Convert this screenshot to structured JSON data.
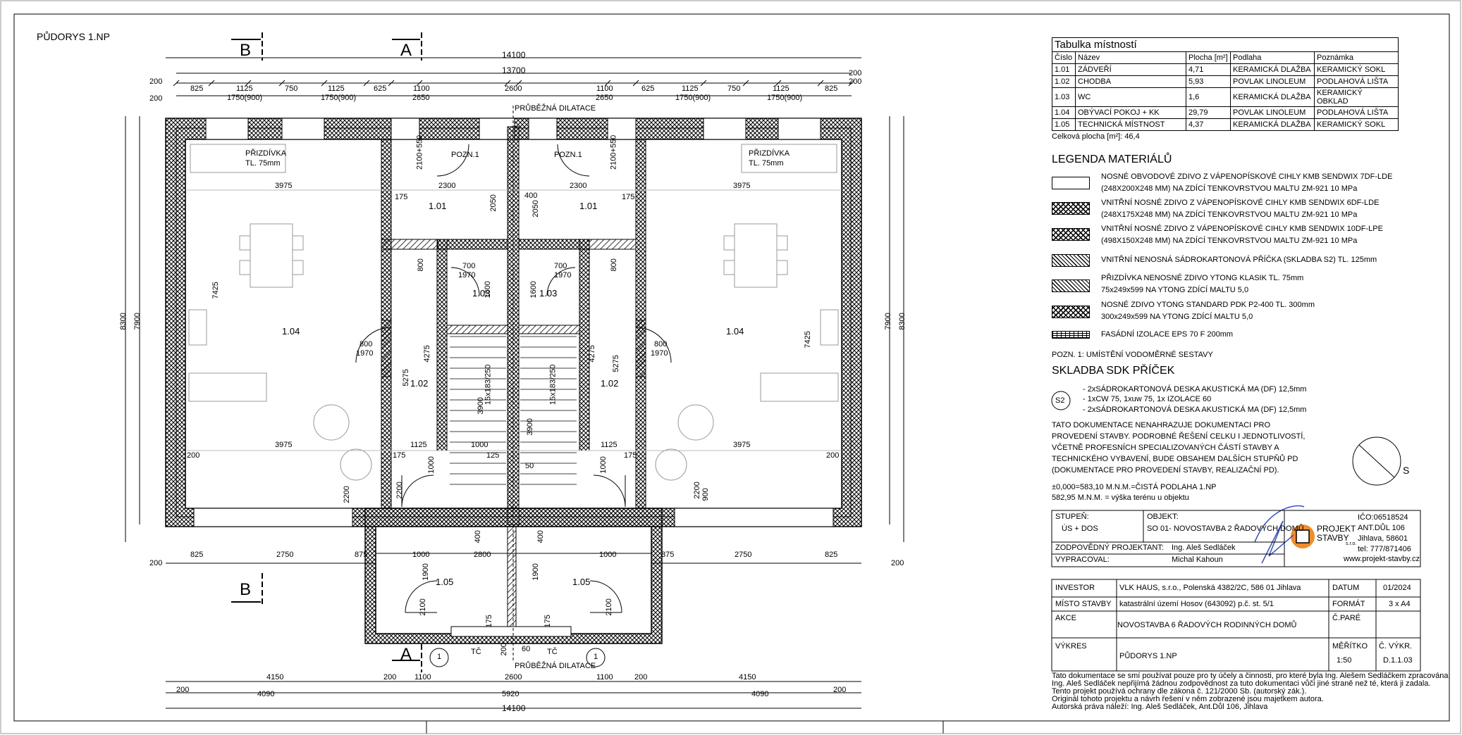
{
  "plan": {
    "title": "PŮDORYS 1.NP",
    "section_b": "B",
    "section_a": "A",
    "dims_top": [
      "14100",
      "13700",
      "200",
      "200",
      "825",
      "1125",
      "750",
      "1125",
      "625",
      "1100",
      "2600",
      "1100",
      "625",
      "1125",
      "750",
      "1125",
      "825",
      "1750(900)",
      "2650",
      "200",
      "200"
    ],
    "dim_14100": "14100",
    "dim_13700": "13700",
    "dim_200": "200",
    "dim_825": "825",
    "dim_1125": "1125",
    "dim_750": "750",
    "dim_625": "625",
    "dim_1100": "1100",
    "dim_2600": "2600",
    "dim_1750": "1750(900)",
    "dim_2650": "2650",
    "dim_2750": "2750",
    "dim_875": "875",
    "dim_1000": "1000",
    "dim_2800": "2800",
    "dim_4150": "4150",
    "dim_4090": "4090",
    "dim_5920": "5920",
    "dim_3975": "3975",
    "dim_2300": "2300",
    "dim_8300": "8300",
    "dim_7900": "7900",
    "dim_7425": "7425",
    "dim_5275": "5275",
    "dim_4275": "4275",
    "dim_175": "175",
    "dim_400": "400",
    "dim_2050": "2050",
    "dim_700": "700",
    "dim_1970": "1970",
    "dim_800": "800",
    "dim_900": "900",
    "dim_2200": "2200",
    "dim_1900": "1900",
    "dim_60": "60",
    "dim_50": "50",
    "dim_125": "125",
    "dim_3900": "3900",
    "dim_1600": "1600",
    "dim_2100": "2100",
    "dim_1000_2": "1000",
    "dim_2100_550": "2100+550",
    "stair": "15x183/250",
    "dilatace": "PRŮBĚŽNÁ DILATACE",
    "pozn": "POZN.1",
    "prizdivka": "PŘIZDÍVKA",
    "prizdivka_tl": "TL. 75mm",
    "tc": "TČ",
    "marker_1": "1",
    "rooms": [
      "1.01",
      "1.02",
      "1.03",
      "1.04",
      "1.05"
    ]
  },
  "room_table": {
    "title": "Tabulka místností",
    "headers": [
      "Číslo",
      "Název",
      "Plocha [m²]",
      "Podlaha",
      "Poznámka"
    ],
    "rows": [
      [
        "1.01",
        "ZÁDVEŘÍ",
        "4,71",
        "KERAMICKÁ DLAŽBA",
        "KERAMICKÝ SOKL"
      ],
      [
        "1.02",
        "CHODBA",
        "5,93",
        "POVLAK LINOLEUM",
        "PODLAHOVÁ LIŠTA"
      ],
      [
        "1.03",
        "WC",
        "1,6",
        "KERAMICKÁ DLAŽBA",
        "KERAMICKÝ OBKLAD"
      ],
      [
        "1.04",
        "OBÝVACÍ POKOJ + KK",
        "29,79",
        "POVLAK LINOLEUM",
        "PODLAHOVÁ LIŠTA"
      ],
      [
        "1.05",
        "TECHNICKÁ MÍSTNOST",
        "4,37",
        "KERAMICKÁ DLAŽBA",
        "KERAMICKÝ SOKL"
      ]
    ],
    "total": "Celková plocha [m²]: 46,4"
  },
  "legend": {
    "title": "LEGENDA MATERIÁLŮ",
    "items": [
      [
        "NOSNÉ OBVODOVÉ ZDIVO Z VÁPENOPÍSKOVÉ CIHLY KMB SENDWIX 7DF-LDE",
        "(248X200X248 MM) NA ZDÍCÍ TENKOVRSTVOU MALTU ZM-921 10 MPa"
      ],
      [
        "VNITŘNÍ NOSNÉ ZDIVO Z VÁPENOPÍSKOVÉ CIHLY KMB SENDWIX 6DF-LDE",
        "(248X175X248 MM) NA ZDÍCÍ TENKOVRSTVOU MALTU ZM-921 10 MPa"
      ],
      [
        "VNITŘNÍ NOSNÉ ZDIVO Z VÁPENOPÍSKOVÉ CIHLY KMB SENDWIX 10DF-LPE",
        "(498X150X248 MM) NA ZDÍCÍ TENKOVRSTVOU MALTU ZM-921 10 MPa"
      ],
      [
        "VNITŘNÍ NENOSNÁ SÁDROKARTONOVÁ PŘÍČKA (SKLADBA S2) TL. 125mm",
        ""
      ],
      [
        "PŘIZDÍVKA NENOSNÉ ZDIVO YTONG KLASIK TL. 75mm",
        "75x249x599 NA YTONG ZDÍCÍ MALTU 5,0"
      ],
      [
        "NOSNÉ ZDIVO YTONG STANDARD PDK P2-400 TL. 300mm",
        "300x249x599 NA YTONG ZDÍCÍ MALTU 5,0"
      ],
      [
        "FASÁDNÍ IZOLACE EPS 70 F 200mm",
        ""
      ]
    ],
    "note": "POZN. 1: UMÍSTĚNÍ VODOMĚRNÉ SESTAVY"
  },
  "sdk": {
    "title": "SKLADBA SDK PŘÍČEK",
    "code": "S2",
    "lines": [
      "- 2xSÁDROKARTONOVÁ DESKA AKUSTICKÁ MA (DF) 12,5mm",
      "- 1xCW 75, 1xuw 75, 1x IZOLACE 60",
      "- 2xSÁDROKARTONOVÁ DESKA AKUSTICKÁ MA (DF) 12,5mm"
    ]
  },
  "disclaimer": {
    "lines": [
      "TATO DOKUMENTACE NENAHRAZUJE DOKUMENTACI PRO",
      "PROVEDENÍ STAVBY. PODROBNÉ ŘEŠENÍ CELKU I JEDNOTLIVOSTÍ,",
      "VČETNĚ PROFESNÍCH SPECIALIZOVANÝCH ČÁSTÍ STAVBY A",
      "TECHNICKÉHO VYBAVENÍ, BUDE OBSAHEM DALŠÍCH STUPŇŮ PD",
      "(DOKUMENTACE PRO PROVEDENÍ STAVBY, REALIZAČNÍ PD)."
    ],
    "level1": "±0,000=583,10 M.N.M.=ČISTÁ PODLAHA 1.NP",
    "level2": "582,95 M.N.M. = výška terénu u objektu"
  },
  "north": "S",
  "stamp": {
    "stupen_label": "STUPEŇ:",
    "stupen_value": "ÚS + DOS",
    "objekt_label": "OBJEKT:",
    "objekt_value": "SO 01- NOVOSTAVBA 2 ŘADOVÝCH DOMŮ",
    "projektant_label": "ZODPOVĚDNÝ PROJEKTANT:",
    "projektant_value": "Ing. Aleš Sedláček",
    "vypracoval_label": "VYPRACOVAL:",
    "vypracoval_value": "Michal Kahoun",
    "logo_text": "PROJEKT STAVBY",
    "logo_sro": "s.r.o.",
    "ico": "IČO:06518524",
    "address1": "ANT.DŮL 106",
    "address2": "Jihlava, 58601",
    "tel": "tel: 777/871406",
    "web": "www.projekt-stavby.cz"
  },
  "title_block": {
    "investor_label": "INVESTOR",
    "investor_value": "VLK HAUS, s.r.o., Polenská 4382/2C, 586 01 Jihlava",
    "misto_label": "MÍSTO STAVBY",
    "misto_value": "katastrální území Hosov (643092) p.č. st. 5/1",
    "akce_label": "AKCE",
    "akce_value": "NOVOSTAVBA 6 ŘADOVÝCH RODINNÝCH DOMŮ",
    "vykres_label": "VÝKRES",
    "vykres_value": "PŮDORYS 1.NP",
    "datum_label": "DATUM",
    "datum_value": "01/2024",
    "format_label": "FORMÁT",
    "format_value": "3 x A4",
    "pare_label": "Č.PARÉ",
    "meritko_label": "MĚŘÍTKO",
    "meritko_value": "1:50",
    "cvykr_label": "Č. VÝKR.",
    "cvykr_value": "D.1.1.03"
  },
  "footer": [
    "Tato dokumentace se smí používat pouze pro ty účely a činnosti, pro které byla Ing. Alešem Sedláčkem zpracována.",
    "Ing. Aleš Sedláček nepřijímá žádnou zodpovědnost za tuto dokumentaci vůči jiné straně než té, která ji zadala.",
    "Tento projekt používá ochrany dle zákona č. 121/2000 Sb. (autorský zák.).",
    "Originál tohoto projektu a návrh řešení v něm zobrazené jsou majetkem autora.",
    "Autorská práva náleží: Ing. Aleš Sedláček, Ant.Důl 106, Jihlava"
  ]
}
